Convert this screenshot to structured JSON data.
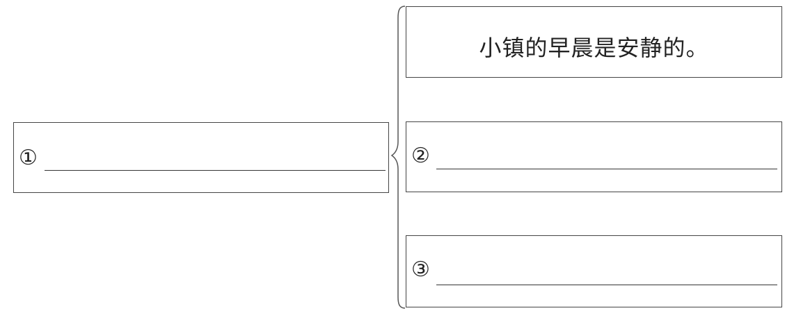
{
  "diagram": {
    "root": {
      "marker": "①",
      "answer": ""
    },
    "branches": [
      {
        "marker": "",
        "text": "小镇的早晨是安静的。"
      },
      {
        "marker": "②",
        "text": ""
      },
      {
        "marker": "③",
        "text": ""
      }
    ]
  }
}
